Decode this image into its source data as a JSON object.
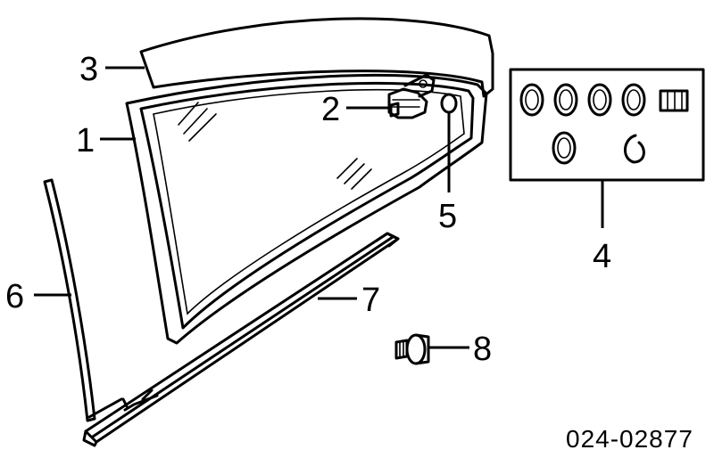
{
  "callouts": {
    "c1": "1",
    "c2": "2",
    "c3": "3",
    "c4": "4",
    "c5": "5",
    "c6": "6",
    "c7": "7",
    "c8": "8"
  },
  "catalog_number": "024-02877"
}
